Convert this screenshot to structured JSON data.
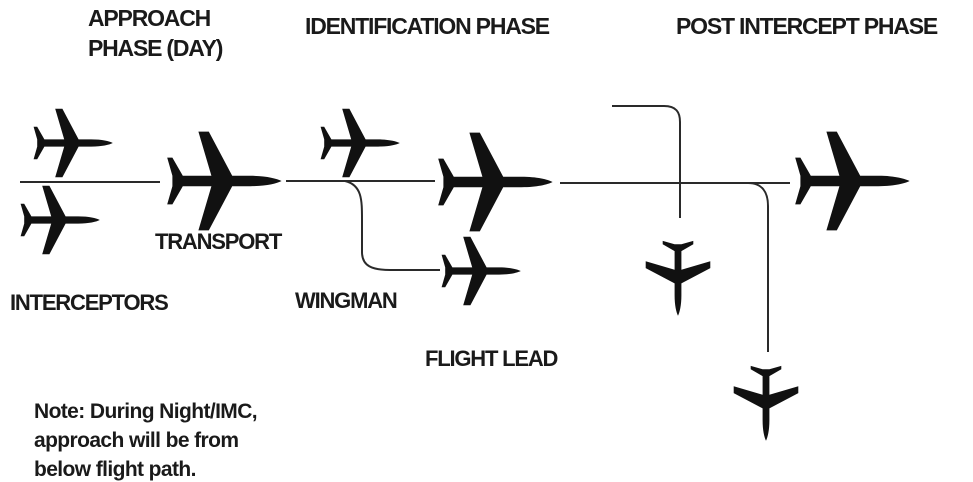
{
  "phases": {
    "approach_line1": "APPROACH",
    "approach_line2": "PHASE (DAY)",
    "identification": "IDENTIFICATION PHASE",
    "post_intercept": "POST INTERCEPT PHASE"
  },
  "labels": {
    "transport": "TRANSPORT",
    "interceptors": "INTERCEPTORS",
    "wingman": "WINGMAN",
    "flight_lead": "FLIGHT LEAD"
  },
  "note": {
    "line1": "Note: During Night/IMC,",
    "line2": "approach will be from",
    "line3": "below flight path."
  },
  "colors": {
    "ink": "#111111",
    "background": "#ffffff"
  }
}
